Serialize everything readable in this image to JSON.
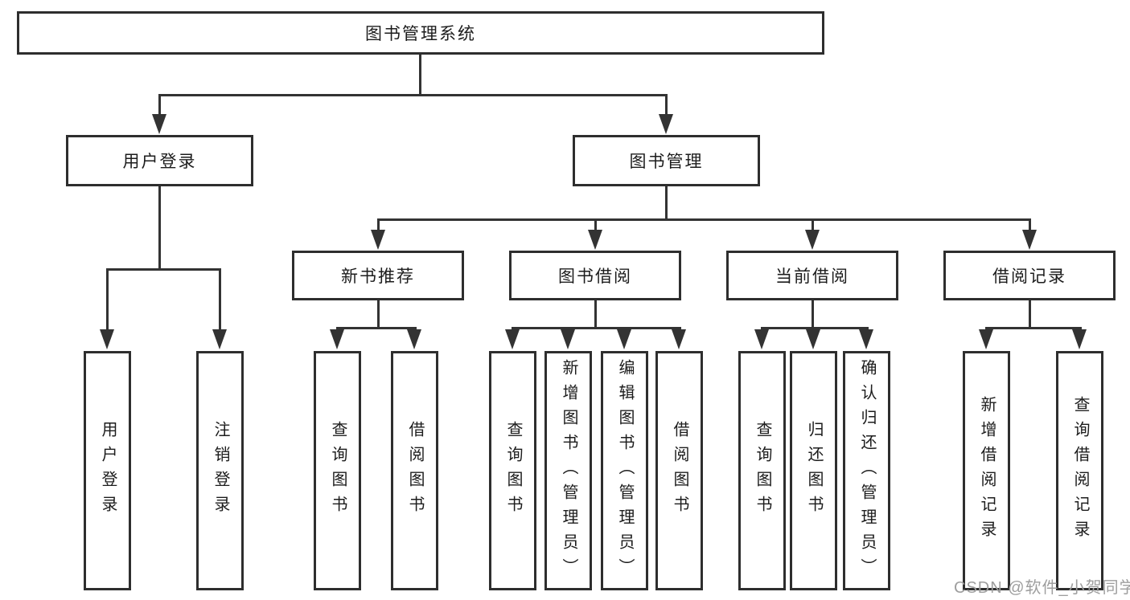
{
  "diagram": {
    "title": "图书管理系统",
    "level2": {
      "user": {
        "label": "用户登录",
        "children": [
          "用户登录",
          "注销登录"
        ]
      },
      "book": {
        "label": "图书管理"
      }
    },
    "book_sections": [
      {
        "label": "新书推荐",
        "children": [
          "查询图书",
          "借阅图书"
        ]
      },
      {
        "label": "图书借阅",
        "children": [
          "查询图书",
          "新增图书（管理员）",
          "编辑图书（管理员）",
          "借阅图书"
        ]
      },
      {
        "label": "当前借阅",
        "children": [
          "查询图书",
          "归还图书",
          "确认归还（管理员）"
        ]
      },
      {
        "label": "借阅记录",
        "children": [
          "新增借阅记录",
          "查询借阅记录"
        ]
      }
    ],
    "watermark": "CSDN @软件_小贺同学",
    "colors": {
      "line": "#333333",
      "border": "#2e2e2e",
      "text": "#1c1c1c",
      "watermark": "#9e9e9e"
    }
  }
}
